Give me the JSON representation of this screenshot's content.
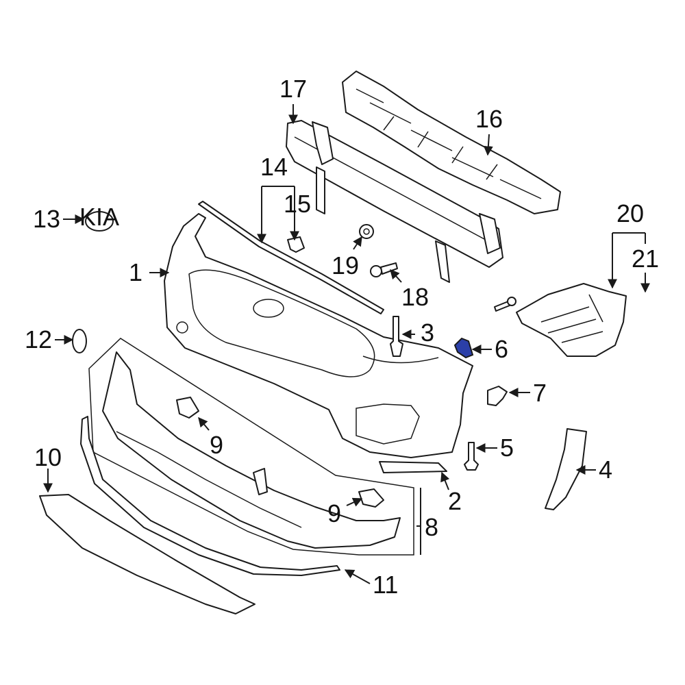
{
  "colors": {
    "line": "#1a1a1a",
    "background": "#ffffff",
    "highlight": "#2b3fa8"
  },
  "callouts": [
    {
      "id": "c1",
      "label": "1"
    },
    {
      "id": "c2",
      "label": "2"
    },
    {
      "id": "c3",
      "label": "3"
    },
    {
      "id": "c4",
      "label": "4"
    },
    {
      "id": "c5",
      "label": "5"
    },
    {
      "id": "c6",
      "label": "6"
    },
    {
      "id": "c7",
      "label": "7"
    },
    {
      "id": "c8",
      "label": "8"
    },
    {
      "id": "c9a",
      "label": "9"
    },
    {
      "id": "c9b",
      "label": "9"
    },
    {
      "id": "c10",
      "label": "10"
    },
    {
      "id": "c11",
      "label": "11"
    },
    {
      "id": "c12",
      "label": "12"
    },
    {
      "id": "c13",
      "label": "13"
    },
    {
      "id": "c14",
      "label": "14"
    },
    {
      "id": "c15",
      "label": "15"
    },
    {
      "id": "c16",
      "label": "16"
    },
    {
      "id": "c17",
      "label": "17"
    },
    {
      "id": "c18",
      "label": "18"
    },
    {
      "id": "c19",
      "label": "19"
    },
    {
      "id": "c20",
      "label": "20"
    },
    {
      "id": "c21",
      "label": "21"
    }
  ],
  "emblem_text": "KIA",
  "highlighted_part": "6"
}
